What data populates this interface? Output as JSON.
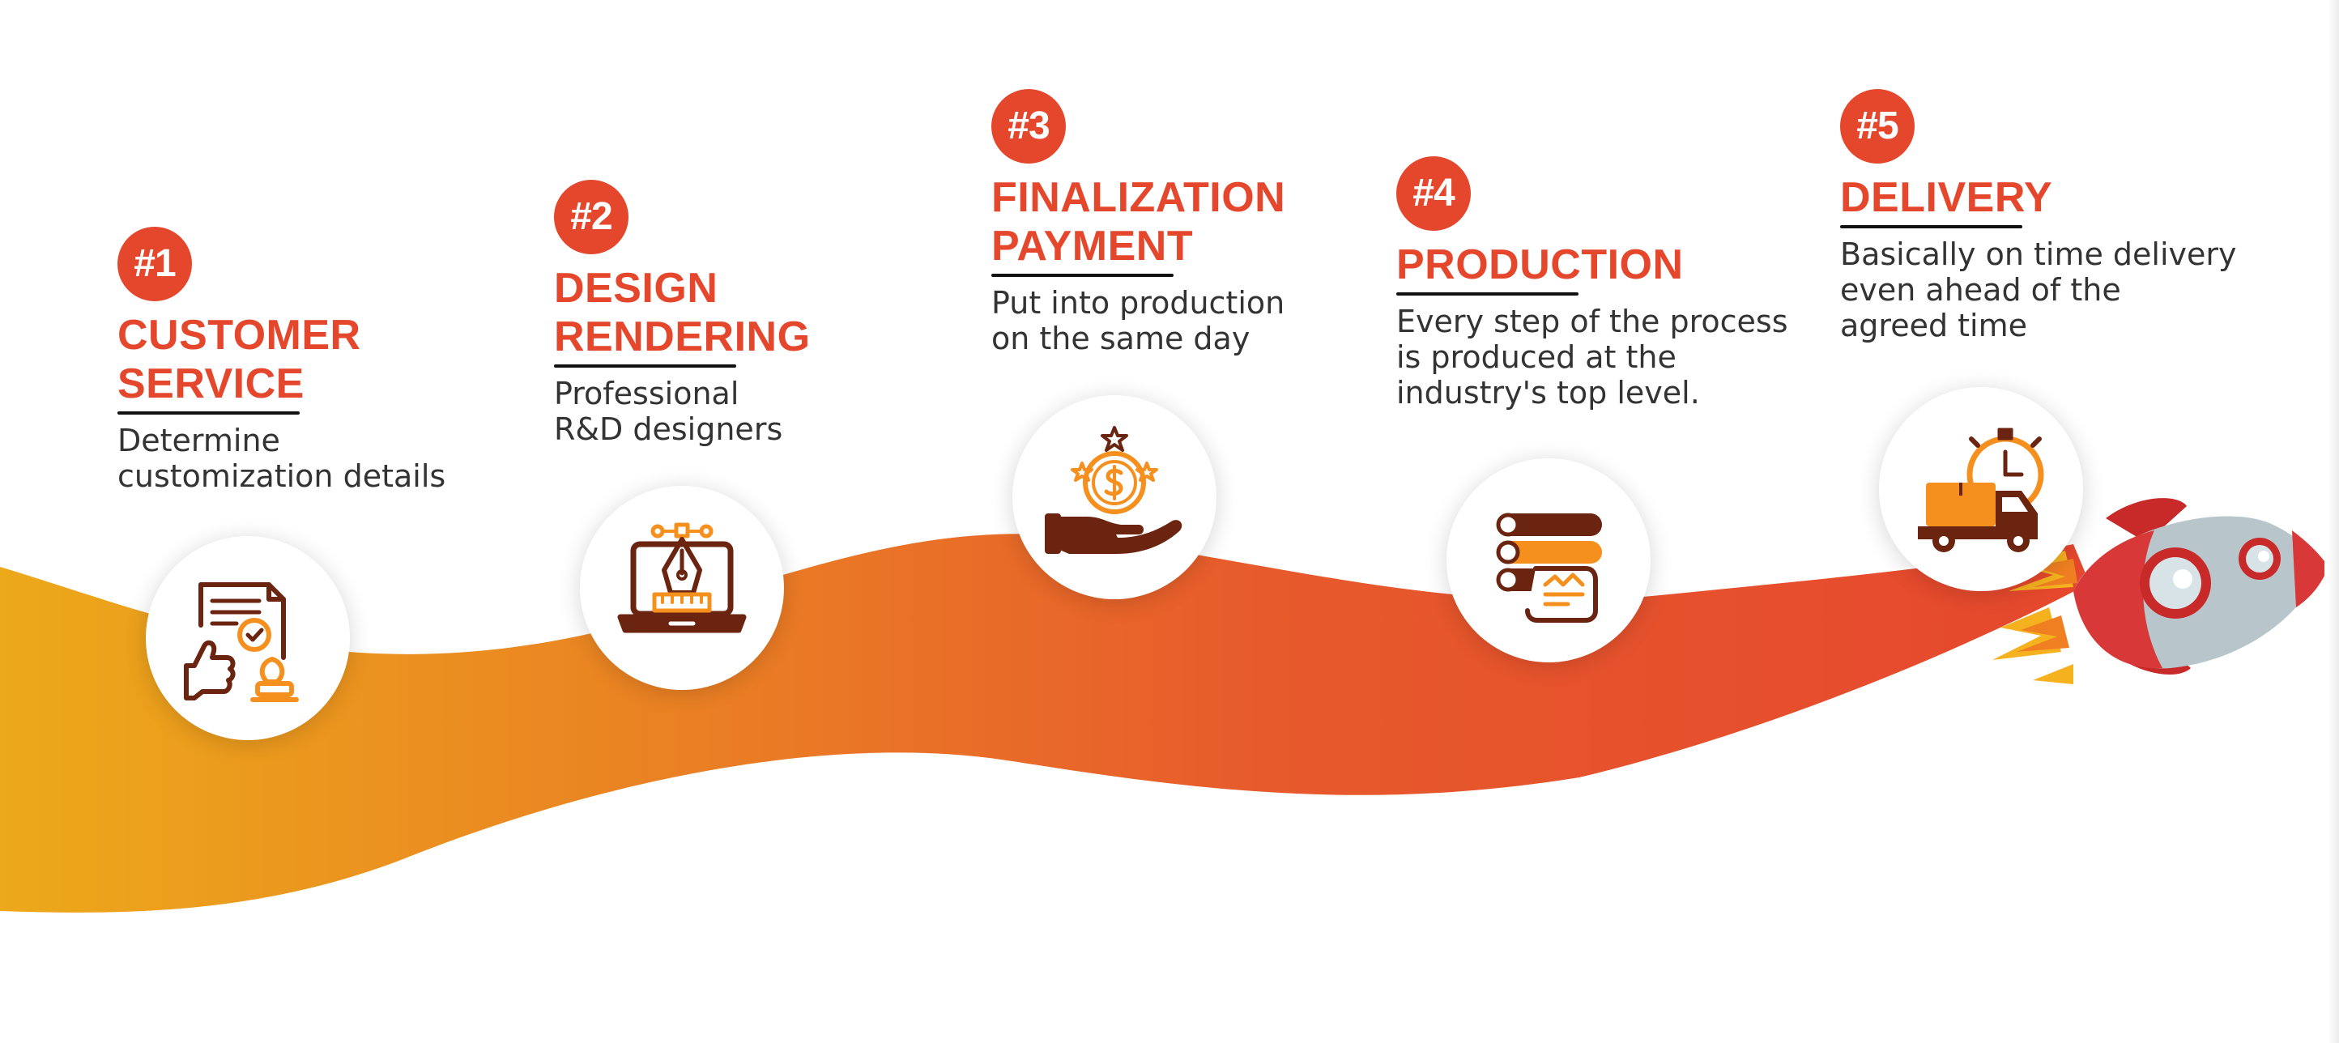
{
  "colors": {
    "accent": "#e5472d",
    "ribbon_start": "#eda71a",
    "ribbon_mid": "#ea7a24",
    "ribbon_end": "#e5472d",
    "icon_dark": "#6b2410",
    "icon_orange": "#f5901e",
    "text": "#333333"
  },
  "steps": [
    {
      "number": "#1",
      "title": [
        "CUSTOMER",
        "SERVICE"
      ],
      "description": [
        "Determine",
        "customization details"
      ],
      "icon": "document-approval-icon"
    },
    {
      "number": "#2",
      "title": [
        "DESIGN",
        "RENDERING"
      ],
      "description": [
        "Professional",
        "R&D designers"
      ],
      "icon": "laptop-pen-tool-icon"
    },
    {
      "number": "#3",
      "title": [
        "FINALIZATION",
        "PAYMENT"
      ],
      "description": [
        "Put into production",
        "on the same day"
      ],
      "icon": "hand-coin-payment-icon"
    },
    {
      "number": "#4",
      "title": [
        "PRODUCTION"
      ],
      "description": [
        "Every step of the process",
        "is produced at the",
        "industry's top level."
      ],
      "icon": "fabric-rolls-icon"
    },
    {
      "number": "#5",
      "title": [
        "DELIVERY"
      ],
      "description": [
        "Basically on time delivery",
        "even ahead of the",
        "agreed time"
      ],
      "icon": "delivery-truck-stopwatch-icon"
    }
  ],
  "decoration": {
    "ribbon": "wave-ribbon",
    "rocket": "rocket-icon"
  }
}
